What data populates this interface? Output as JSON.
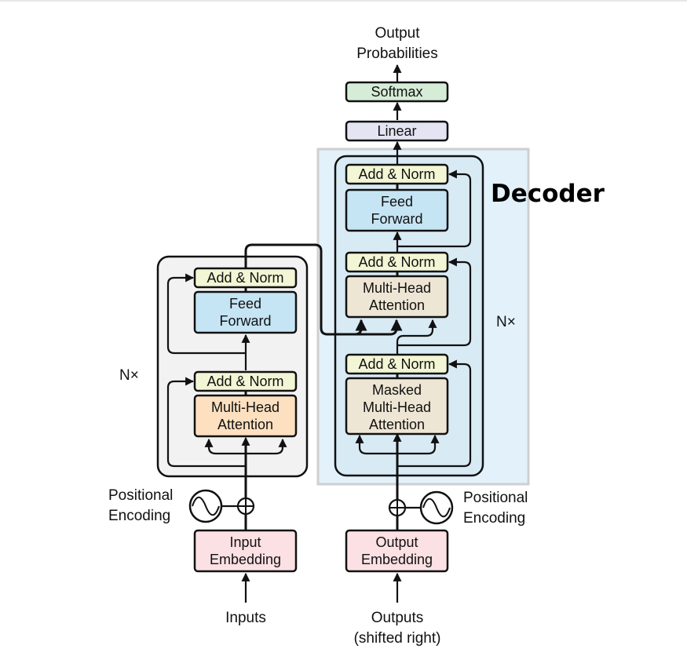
{
  "colors": {
    "add_norm": "#f2f6d4",
    "add_norm_top": "#d8ecd0",
    "feed_forward": "#c5e4f4",
    "attention_encoder": "#fce0c0",
    "attention_decoder": "#eee6d4",
    "embedding": "#fbe0e4",
    "linear": "#e4e4f3",
    "softmax": "#d5ecd6",
    "encoder_frame": "#f2f2f2",
    "decoder_highlight": "#e2f1fa",
    "decoder_highlight_border": "#cfcfcf"
  },
  "encoder": {
    "add_norm_top": "Add & Norm",
    "feed_forward_1": "Feed",
    "feed_forward_2": "Forward",
    "add_norm_bottom": "Add & Norm",
    "attention_1": "Multi-Head",
    "attention_2": "Attention",
    "repeat_label": "N×",
    "pos_enc_1": "Positional",
    "pos_enc_2": "Encoding",
    "embedding_1": "Input",
    "embedding_2": "Embedding",
    "input_label": "Inputs"
  },
  "decoder": {
    "title": "Decoder",
    "add_norm_3": "Add & Norm",
    "feed_forward_1": "Feed",
    "feed_forward_2": "Forward",
    "add_norm_2": "Add & Norm",
    "attention_1": "Multi-Head",
    "attention_2": "Attention",
    "add_norm_1": "Add & Norm",
    "masked_1": "Masked",
    "masked_2": "Multi-Head",
    "masked_3": "Attention",
    "repeat_label": "N×",
    "pos_enc_1": "Positional",
    "pos_enc_2": "Encoding",
    "embedding_1": "Output",
    "embedding_2": "Embedding",
    "output_label_1": "Outputs",
    "output_label_2": "(shifted right)"
  },
  "head": {
    "linear": "Linear",
    "softmax": "Softmax",
    "output_1": "Output",
    "output_2": "Probabilities"
  }
}
